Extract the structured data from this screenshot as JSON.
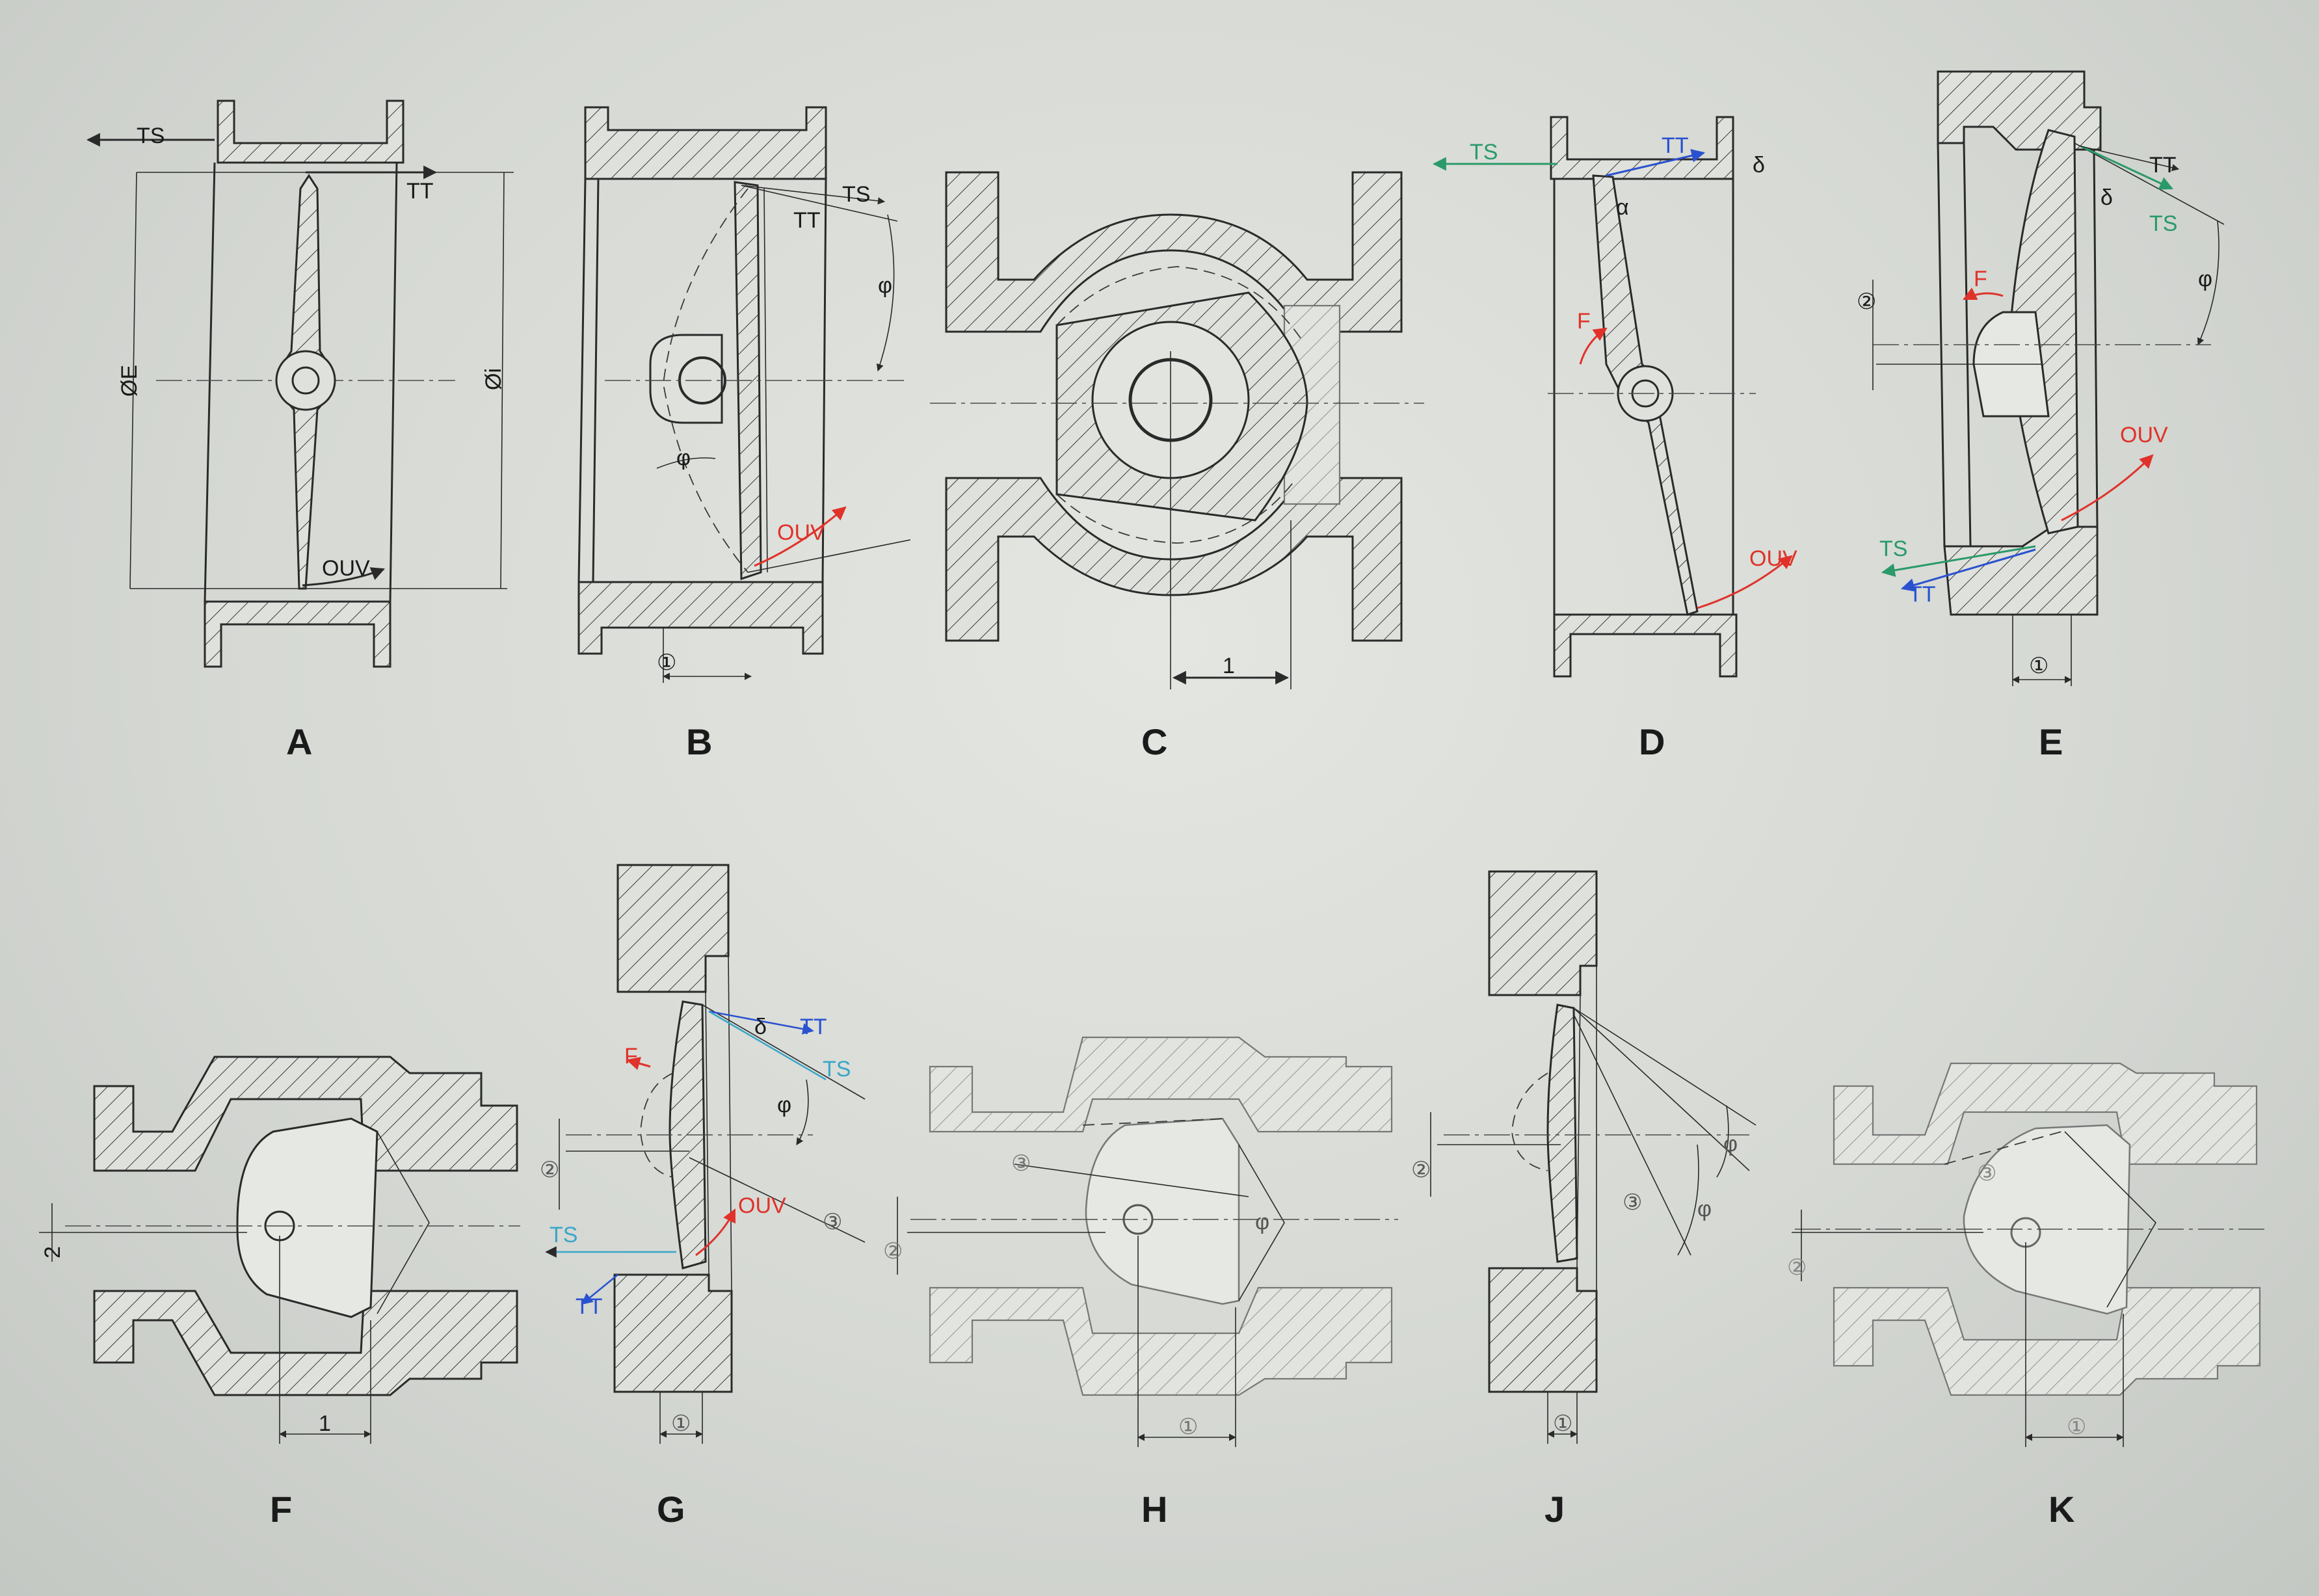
{
  "colors": {
    "background": "#d9dcd7",
    "ink": "#2a2a2a",
    "red": "#e0322a",
    "green": "#2a9a6a",
    "blue": "#2a52d0",
    "cyan": "#3aa6c8"
  },
  "panels": {
    "A": {
      "label": "A",
      "ts": "TS",
      "tt": "TT",
      "oe": "ØE",
      "oi": "Øi",
      "ouv": "OUV"
    },
    "B": {
      "label": "B",
      "ts": "TS",
      "tt": "TT",
      "phi": "φ",
      "ouv": "OUV",
      "dim1": "①"
    },
    "C": {
      "label": "C",
      "dim1": "1"
    },
    "D": {
      "label": "D",
      "ts": "TS",
      "tt": "TT",
      "delta": "δ",
      "alpha": "α",
      "f": "F",
      "ouv": "OUV"
    },
    "E": {
      "label": "E",
      "tt_top": "TT",
      "ts_top": "TS",
      "delta": "δ",
      "phi": "φ",
      "f": "F",
      "ouv": "OUV",
      "ts_bottom": "TS",
      "tt_bottom": "TT",
      "dim2": "②",
      "dim1": "①"
    },
    "F": {
      "label": "F",
      "dim2": "2",
      "dim1": "1"
    },
    "G": {
      "label": "G",
      "tt_top": "TT",
      "ts_top": "TS",
      "delta": "δ",
      "phi": "φ",
      "f": "F",
      "ouv": "OUV",
      "ts_bottom": "TS",
      "tt_bottom": "TT",
      "dim2": "②",
      "dim3": "③",
      "dim1": "①"
    },
    "H": {
      "label": "H",
      "dim2": "②",
      "dim3": "③",
      "phi": "φ",
      "dim1": "①"
    },
    "J": {
      "label": "J",
      "dim2": "②",
      "dim3": "③",
      "phi_a": "φ",
      "phi_b": "φ",
      "dim1": "①"
    },
    "K": {
      "label": "K",
      "dim2": "②",
      "dim3": "③",
      "dim1": "①"
    }
  }
}
